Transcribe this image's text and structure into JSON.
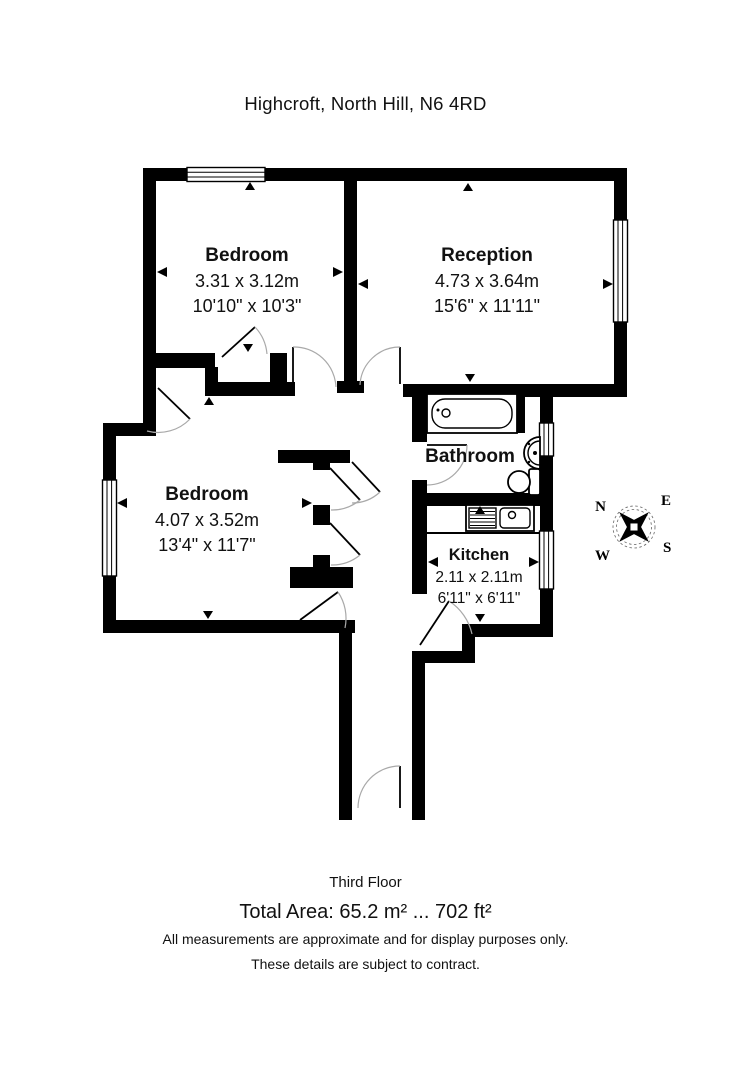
{
  "title": "Highcroft, North Hill, N6 4RD",
  "rooms": {
    "bedroom1": {
      "name": "Bedroom",
      "metric": "3.31 x 3.12m",
      "imperial": "10'10\" x 10'3\""
    },
    "reception": {
      "name": "Reception",
      "metric": "4.73 x 3.64m",
      "imperial": "15'6\" x 11'11\""
    },
    "bedroom2": {
      "name": "Bedroom",
      "metric": "4.07 x 3.52m",
      "imperial": "13'4\" x 11'7\""
    },
    "bathroom": {
      "name": "Bathroom"
    },
    "kitchen": {
      "name": "Kitchen",
      "metric": "2.11 x 2.11m",
      "imperial": "6'11\" x 6'11\""
    }
  },
  "compass": {
    "north": "N",
    "east": "E",
    "south": "S",
    "west": "W"
  },
  "footer": {
    "floor": "Third Floor",
    "total_area": "Total Area: 65.2 m² ... 702 ft²",
    "disclaimer1": "All measurements are approximate and for display purposes only.",
    "disclaimer2": "These details are subject to contract."
  },
  "colors": {
    "wall": "#000000",
    "background": "#ffffff",
    "door_arc": "#a9a9a9"
  }
}
